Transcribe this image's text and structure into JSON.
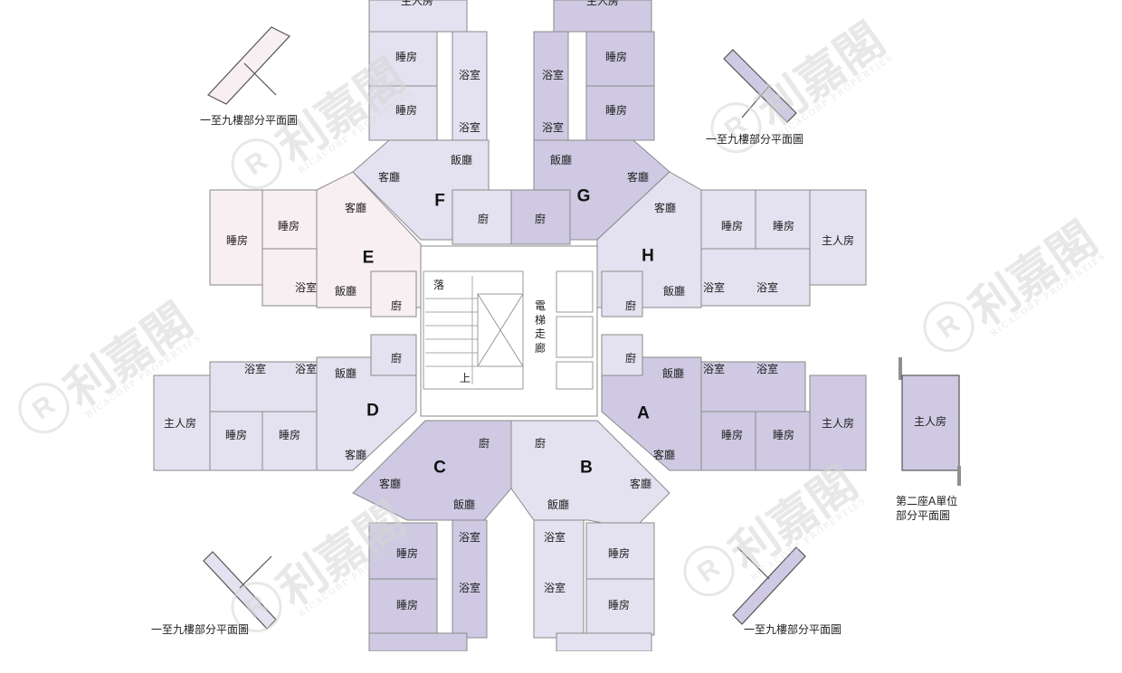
{
  "colors": {
    "purple": "#cfc9e3",
    "lilac": "#e4e1f0",
    "pink": "#f7eff1",
    "core": "#ffffff",
    "wall": "#8f8f8f"
  },
  "units": [
    "A",
    "B",
    "C",
    "D",
    "E",
    "F",
    "G",
    "H"
  ],
  "rooms": {
    "master": "主人房",
    "bedroom": "睡房",
    "bath": "浴室",
    "living": "客廳",
    "dining": "飯廳",
    "kitchen": "廚"
  },
  "core": {
    "lift_lobby": "電梯走廊",
    "stairs_down": "落",
    "stairs_up": "上"
  },
  "captions": {
    "partial_1_9": "一至九樓部分平面圖",
    "block2_unitA_line1": "第二座A單位",
    "block2_unitA_line2": "部分平面圖"
  },
  "watermark": {
    "name": "利嘉閣",
    "english": "RICACORP PROPERTIES",
    "logo": "R"
  }
}
